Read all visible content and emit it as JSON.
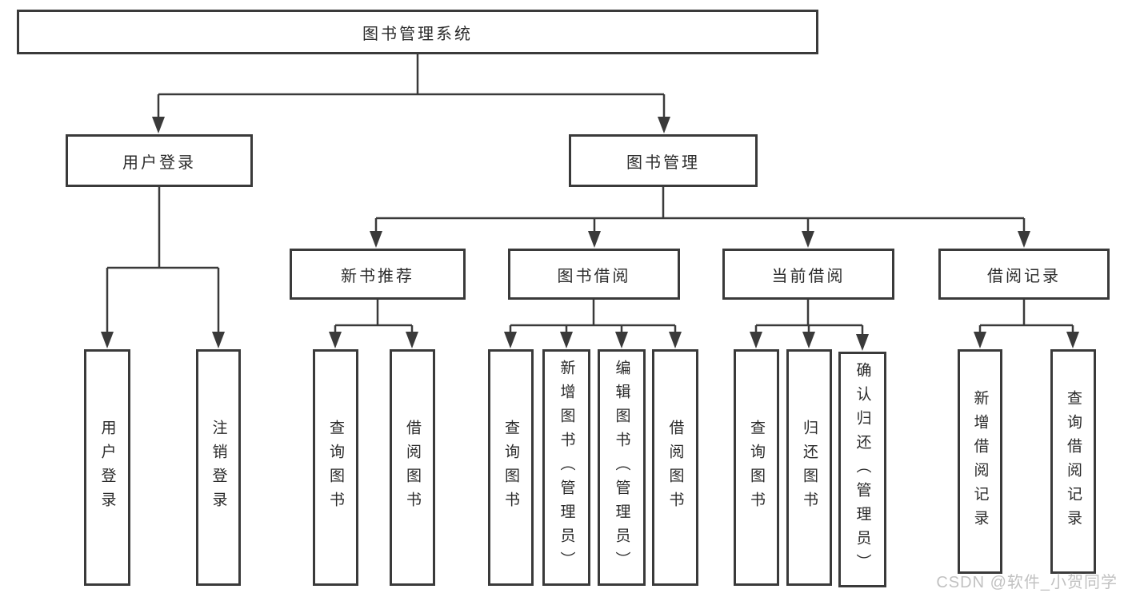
{
  "colors": {
    "line": "#3a3a3a",
    "border": "#3a3a3a",
    "text": "#2b2b2b",
    "background": "#ffffff",
    "watermark": "#b9b9b9"
  },
  "watermark": {
    "text": "CSDN @软件_小贺同学"
  },
  "diagram": {
    "type": "hierarchy",
    "root": {
      "label": "图书管理系统",
      "children": [
        {
          "label": "用户登录",
          "children": [
            {
              "label": "用户登录"
            },
            {
              "label": "注销登录"
            }
          ]
        },
        {
          "label": "图书管理",
          "children": [
            {
              "label": "新书推荐",
              "children": [
                {
                  "label": "查询图书"
                },
                {
                  "label": "借阅图书"
                }
              ]
            },
            {
              "label": "图书借阅",
              "children": [
                {
                  "label": "查询图书"
                },
                {
                  "label": "新增图书（管理员）"
                },
                {
                  "label": "编辑图书（管理员）"
                },
                {
                  "label": "借阅图书"
                }
              ]
            },
            {
              "label": "当前借阅",
              "children": [
                {
                  "label": "查询图书"
                },
                {
                  "label": "归还图书"
                },
                {
                  "label": "确认归还（管理员）"
                }
              ]
            },
            {
              "label": "借阅记录",
              "children": [
                {
                  "label": "新增借阅记录"
                },
                {
                  "label": "查询借阅记录"
                }
              ]
            }
          ]
        }
      ]
    }
  }
}
